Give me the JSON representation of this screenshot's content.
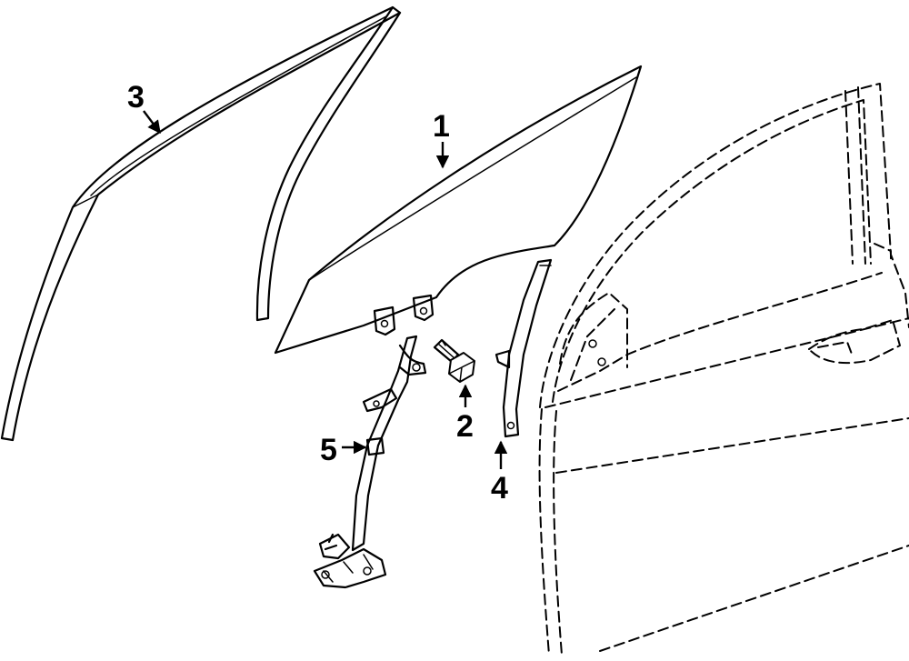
{
  "diagram": {
    "callouts": {
      "glass": "1",
      "bolt": "2",
      "run_channel": "3",
      "rear_guide": "4",
      "regulator": "5"
    }
  }
}
